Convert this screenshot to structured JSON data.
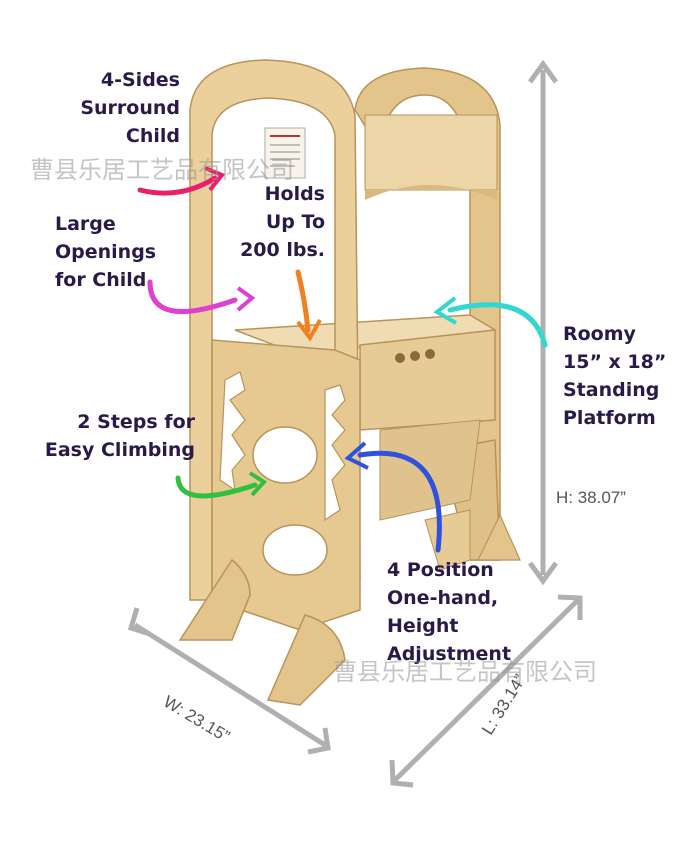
{
  "callouts": {
    "sides": [
      "4-Sides",
      "Surround",
      "Child"
    ],
    "holds": [
      "Holds",
      "Up To",
      "200 lbs."
    ],
    "openings": [
      "Large",
      "Openings",
      "for Child"
    ],
    "platform": [
      "Roomy",
      "15” x 18”",
      "Standing",
      "Platform"
    ],
    "steps": [
      "2 Steps for",
      "Easy Climbing"
    ],
    "position": [
      "4 Position",
      "One-hand,",
      "Height",
      "Adjustment"
    ]
  },
  "dimensions": {
    "height": "H: 38.07”",
    "width": "W: 23.15”",
    "length": "L: 33.14”"
  },
  "watermark": "曹县乐居工艺品有限公司",
  "colors": {
    "wood": "#e8cc96",
    "wood_dark": "#c9a56a",
    "dim_line": "#b0b0b0",
    "text": "#2a1a4a",
    "arrow_red": "#e8206a",
    "arrow_magenta": "#e040d0",
    "arrow_orange": "#f08020",
    "arrow_cyan": "#30d8d0",
    "arrow_green": "#30c040",
    "arrow_blue": "#3050e0"
  }
}
